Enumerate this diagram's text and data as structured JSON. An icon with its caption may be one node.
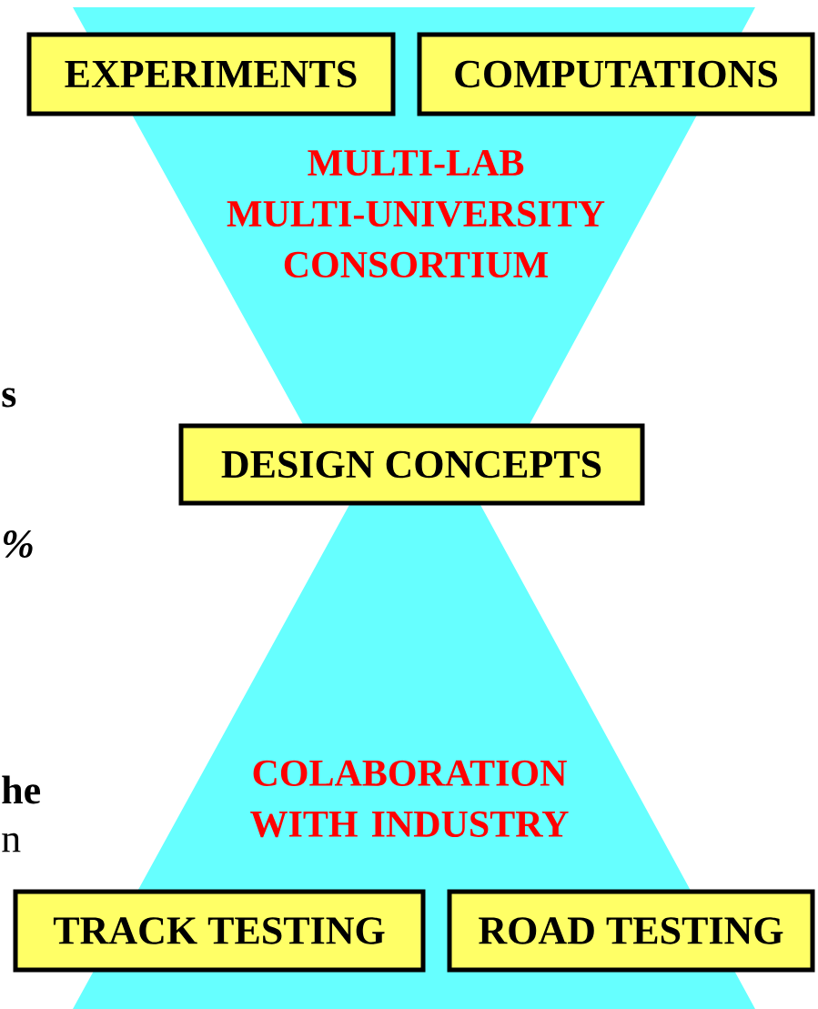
{
  "diagram": {
    "nodes": [
      {
        "text": [
          "EXPERIMENTS"
        ]
      },
      {
        "text": [
          "COMPUTATIONS"
        ]
      },
      {
        "text": [
          "DESIGN CONCEPTS"
        ]
      },
      {
        "text": [
          "TRACK TESTING"
        ]
      },
      {
        "text": [
          "ROAD TESTING"
        ]
      }
    ],
    "labels": [
      "MULTI-LAB MULTI-UNIVERSITY CONSORTIUM",
      "s",
      "%",
      "COLABORATION WITH INDUSTRY",
      "he",
      "n"
    ]
  }
}
